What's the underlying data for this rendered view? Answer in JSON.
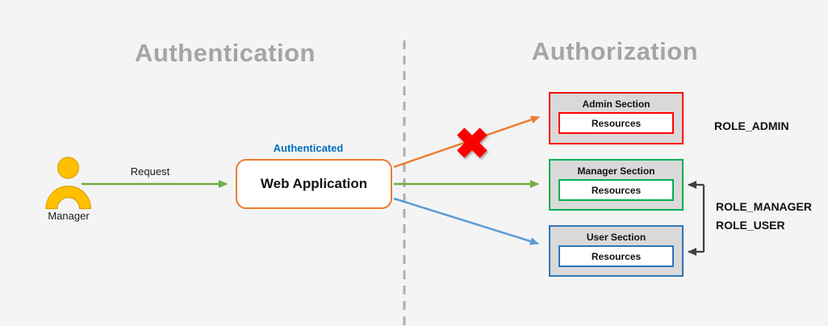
{
  "diagram": {
    "left_zone_title": "Authentication",
    "right_zone_title": "Authorization",
    "actor": {
      "name": "Manager"
    },
    "request": {
      "label": "Request"
    },
    "web_app": {
      "status": "Authenticated",
      "title": "Web Application"
    },
    "sections": {
      "admin": {
        "title": "Admin Section",
        "resources": "Resources",
        "role": "ROLE_ADMIN",
        "access": "denied"
      },
      "manager": {
        "title": "Manager Section",
        "resources": "Resources",
        "role": "ROLE_MANAGER",
        "access": "granted"
      },
      "user": {
        "title": "User Section",
        "resources": "Resources",
        "role": "ROLE_USER",
        "access": "granted"
      }
    }
  },
  "colors": {
    "background": "#F4F4F4",
    "zone_title_text": "#A5A5A5",
    "divider": "#AEAEAE",
    "actor_person": "#FFC000",
    "request_arrow": "#70AD47",
    "authenticated_text": "#0070C0",
    "web_app_border": "#ED7D31",
    "admin_border": "#FF0000",
    "manager_border": "#00B050",
    "user_border": "#2E75B6",
    "admin_arrow": "#ED7D31",
    "manager_arrow": "#70AD47",
    "user_arrow": "#5B9BD5",
    "denied_cross": "#FF0000",
    "role_bracket": "#404040",
    "section_fill": "#D9D9D9"
  }
}
